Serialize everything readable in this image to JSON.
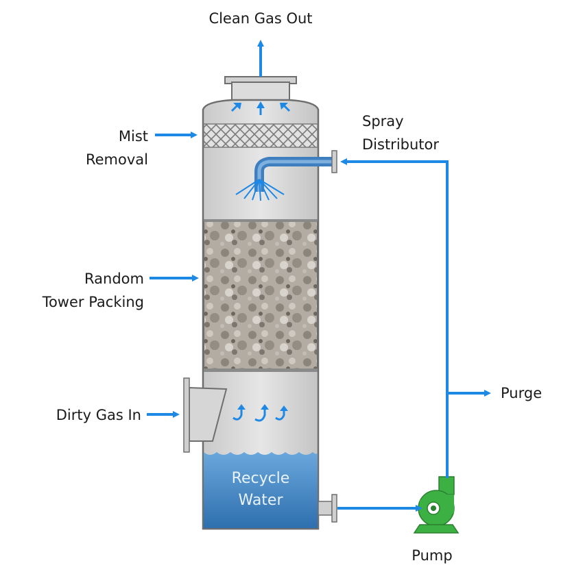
{
  "labels": {
    "clean_gas_out": "Clean Gas Out",
    "spray_distributor_line1": "Spray",
    "spray_distributor_line2": "Distributor",
    "mist_removal_line1": "Mist",
    "mist_removal_line2": "Removal",
    "random_packing_line1": "Random",
    "random_packing_line2": "Tower Packing",
    "dirty_gas_in": "Dirty Gas In",
    "purge": "Purge",
    "pump": "Pump",
    "recycle_water_line1": "Recycle",
    "recycle_water_line2": "Water"
  },
  "colors": {
    "flow_arrow": "#1e88e5",
    "tower_fill": "#d7d7d7",
    "tower_stroke": "#6e6e6e",
    "water": "#3a7fc3",
    "pump": "#3cb043",
    "packing": "#a9a29a"
  }
}
